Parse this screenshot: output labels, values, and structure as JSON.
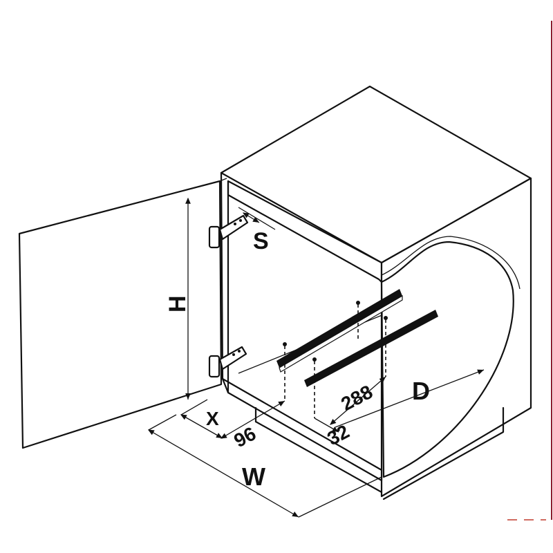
{
  "labels": {
    "S": "S",
    "H": "H",
    "X": "X",
    "W": "W",
    "D": "D",
    "dim_96": "96",
    "dim_32": "32",
    "dim_288": "288"
  },
  "colors": {
    "line": "#111111",
    "border_accent": "#8b1a2b"
  }
}
